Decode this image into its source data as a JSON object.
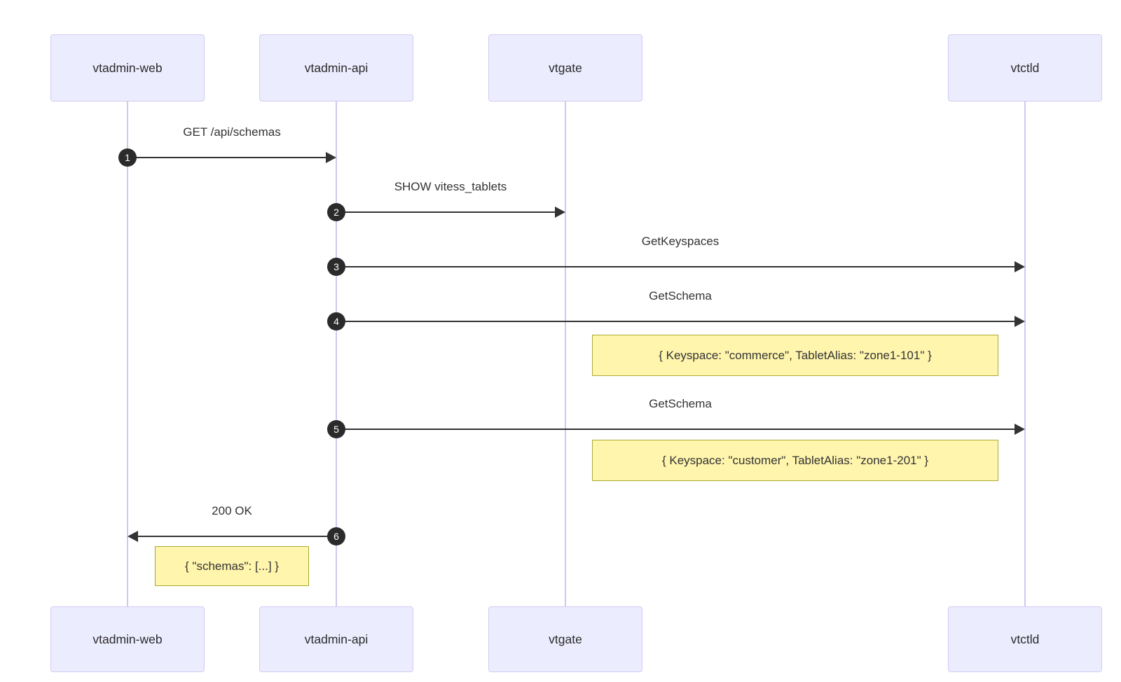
{
  "diagram_type": "sequence-diagram",
  "participants": [
    {
      "id": "vtadmin-web",
      "label": "vtadmin-web"
    },
    {
      "id": "vtadmin-api",
      "label": "vtadmin-api"
    },
    {
      "id": "vtgate",
      "label": "vtgate"
    },
    {
      "id": "vtctld",
      "label": "vtctld"
    }
  ],
  "messages": [
    {
      "num": "1",
      "label": "GET /api/schemas",
      "from": "vtadmin-web",
      "to": "vtadmin-api",
      "direction": "right"
    },
    {
      "num": "2",
      "label": "SHOW vitess_tablets",
      "from": "vtadmin-api",
      "to": "vtgate",
      "direction": "right"
    },
    {
      "num": "3",
      "label": "GetKeyspaces",
      "from": "vtadmin-api",
      "to": "vtctld",
      "direction": "right"
    },
    {
      "num": "4",
      "label": "GetSchema",
      "from": "vtadmin-api",
      "to": "vtctld",
      "direction": "right"
    },
    {
      "num": "5",
      "label": "GetSchema",
      "from": "vtadmin-api",
      "to": "vtctld",
      "direction": "right"
    },
    {
      "num": "6",
      "label": "200 OK",
      "from": "vtadmin-api",
      "to": "vtadmin-web",
      "direction": "left"
    }
  ],
  "notes": [
    {
      "text": "{ Keyspace: \"commerce\", TabletAlias: \"zone1-101\" }",
      "over": "vtgate,vtctld"
    },
    {
      "text": "{ Keyspace: \"customer\", TabletAlias: \"zone1-201\" }",
      "over": "vtgate,vtctld"
    },
    {
      "text": "{ \"schemas\": [...] }",
      "over": "vtadmin-web,vtadmin-api"
    }
  ],
  "colors": {
    "actor_fill": "#ECECFF",
    "actor_border": "#d5caf2",
    "lifeline": "#d2c6ef",
    "arrow": "#333333",
    "number_badge": "#2b2b2b",
    "note_fill": "#fff5ad",
    "note_border": "#aaaa33",
    "text": "#333333",
    "background": "#ffffff"
  }
}
